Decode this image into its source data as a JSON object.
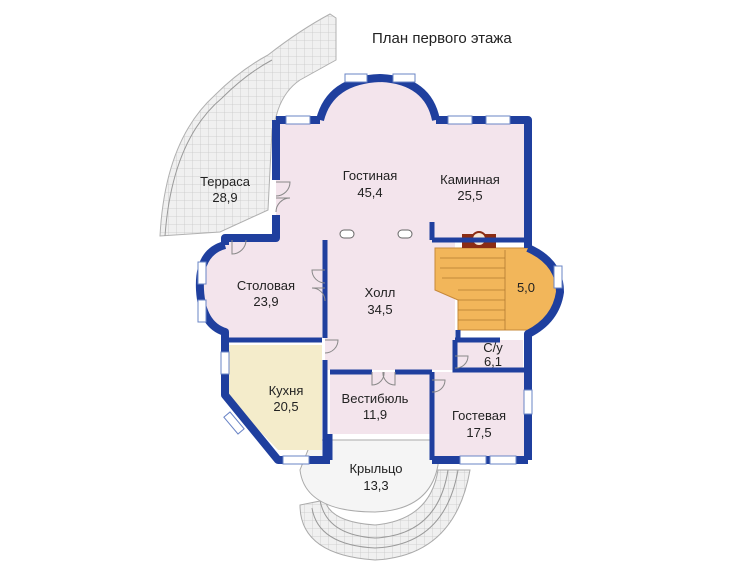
{
  "title": "План первого этажа",
  "colors": {
    "wall": "#1f3f9e",
    "wall_light": "#6a84c6",
    "room_fill": "#f3e4ec",
    "kitchen_fill": "#f4eccb",
    "stair_fill": "#f2b65a",
    "terrace_fill": "#ececec",
    "terrace_grid": "#c8c8c8",
    "fireplace": "#8b2c14"
  },
  "rooms": [
    {
      "name": "Терраса",
      "area": "28,9"
    },
    {
      "name": "Гостиная",
      "area": "45,4"
    },
    {
      "name": "Каминная",
      "area": "25,5"
    },
    {
      "name": "Столовая",
      "area": "23,9"
    },
    {
      "name": "Холл",
      "area": "34,5"
    },
    {
      "name": "",
      "area": "5,0"
    },
    {
      "name": "С/у",
      "area": "6,1"
    },
    {
      "name": "Кухня",
      "area": "20,5"
    },
    {
      "name": "Вестибюль",
      "area": "11,9"
    },
    {
      "name": "Гостевая",
      "area": "17,5"
    },
    {
      "name": "Крыльцо",
      "area": "13,3"
    }
  ]
}
